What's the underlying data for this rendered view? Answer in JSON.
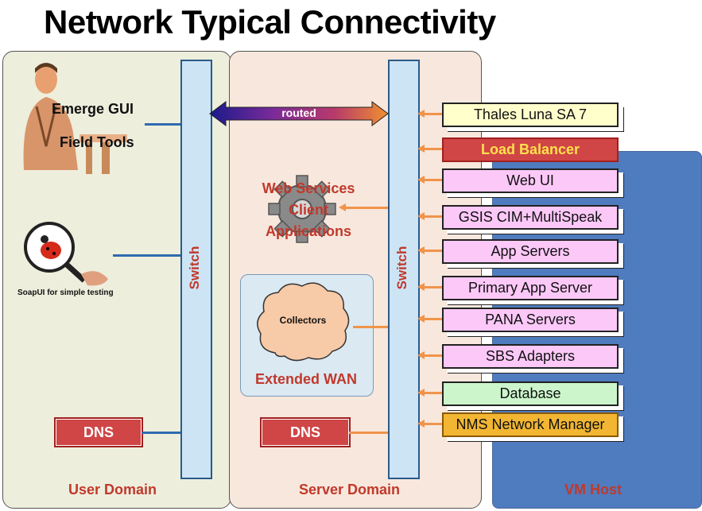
{
  "title": "Network Typical Connectivity",
  "domains": {
    "user": "User Domain",
    "server": "Server Domain",
    "vm": "VM Host"
  },
  "switch_label": "Switch",
  "routed_label": "routed",
  "user_domain": {
    "emerge_gui": "Emerge GUI",
    "field_tools": "Field Tools",
    "soapui": "SoapUI for simple testing",
    "dns": "DNS"
  },
  "server_domain": {
    "web_services": [
      "Web Services",
      "Client",
      "Applications"
    ],
    "collectors": "Collectors",
    "extended_wan": "Extended WAN",
    "dns": "DNS"
  },
  "services": [
    {
      "label": "Thales Luna SA 7",
      "color": "#ffffcc"
    },
    {
      "label": "Load Balancer",
      "color": "#d04545"
    },
    {
      "label": "Web UI",
      "color": "#fcc8f8"
    },
    {
      "label": "GSIS CIM+MultiSpeak",
      "color": "#fcc8f8"
    },
    {
      "label": "App Servers",
      "color": "#fcc8f8"
    },
    {
      "label": "Primary App Server",
      "color": "#fcc8f8"
    },
    {
      "label": "PANA Servers",
      "color": "#fcc8f8"
    },
    {
      "label": "SBS Adapters",
      "color": "#fcc8f8"
    },
    {
      "label": "Database",
      "color": "#ccf5cc"
    },
    {
      "label": "NMS Network Manager",
      "color": "#f2b632"
    }
  ]
}
